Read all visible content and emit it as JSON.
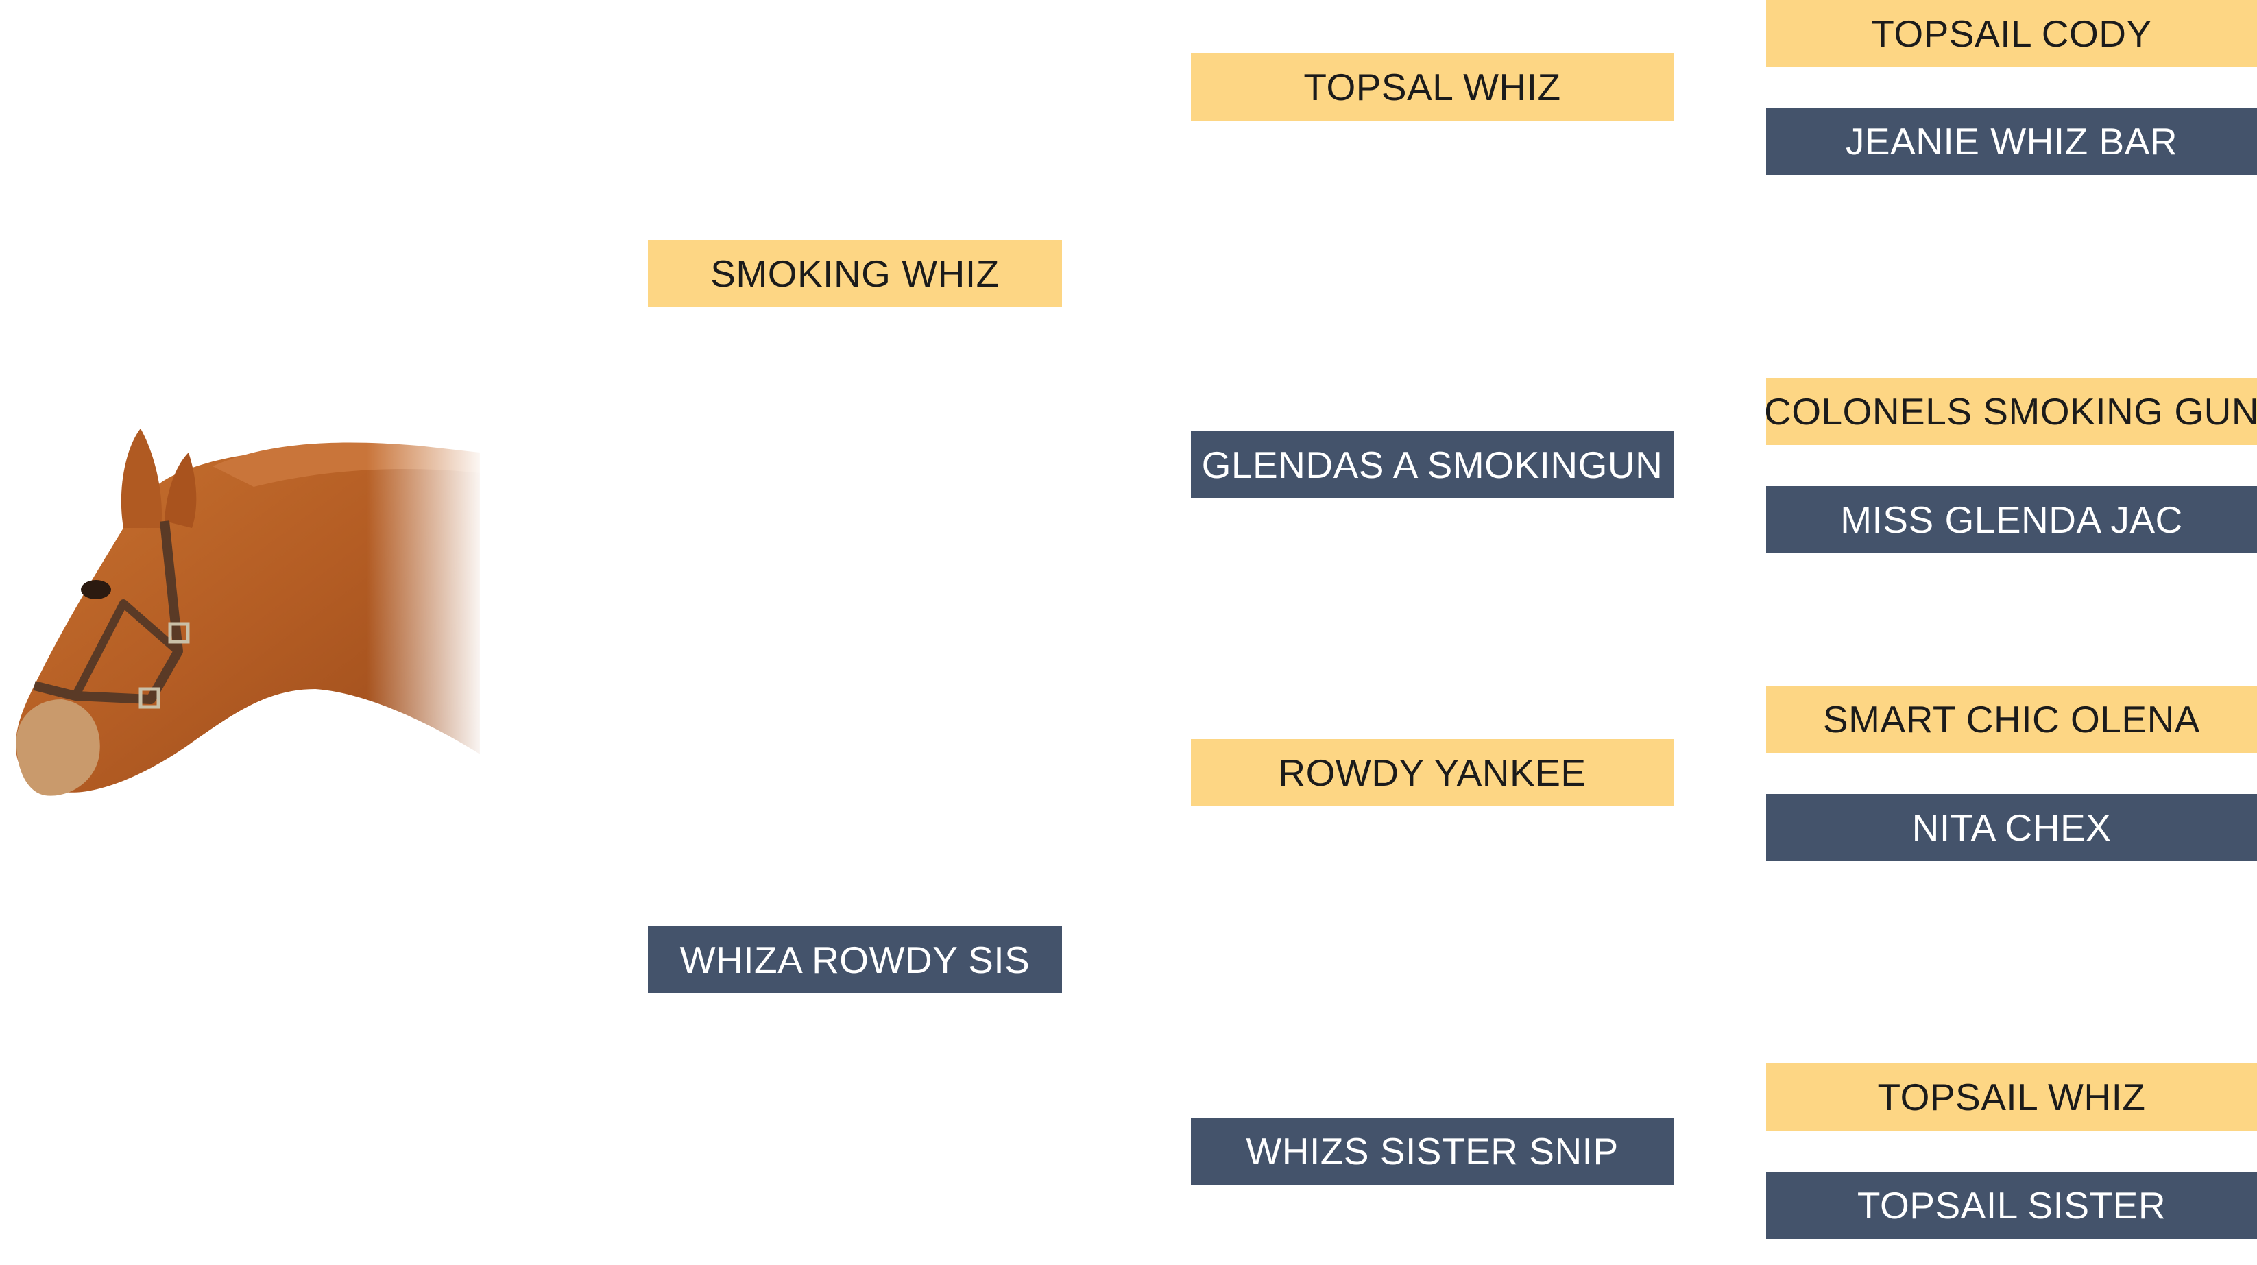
{
  "pedigree": {
    "sire": {
      "name": "SMOKING WHIZ",
      "sire": {
        "name": "TOPSAL WHIZ",
        "sire": {
          "name": "TOPSAIL CODY"
        },
        "dam": {
          "name": "JEANIE WHIZ BAR"
        }
      },
      "dam": {
        "name": "GLENDAS A SMOKINGUN",
        "sire": {
          "name": "COLONELS SMOKING GUN"
        },
        "dam": {
          "name": "MISS GLENDA JAC"
        }
      }
    },
    "dam": {
      "name": "WHIZA ROWDY SIS",
      "sire": {
        "name": "ROWDY YANKEE",
        "sire": {
          "name": "SMART CHIC OLENA"
        },
        "dam": {
          "name": "NITA CHEX"
        }
      },
      "dam": {
        "name": "WHIZS SISTER SNIP",
        "sire": {
          "name": "TOPSAIL WHIZ"
        },
        "dam": {
          "name": "TOPSAIL SISTER"
        }
      }
    }
  },
  "colors": {
    "sire_box": "#fdd684",
    "dam_box": "#44536b",
    "horse_coat": "#b8622a"
  }
}
